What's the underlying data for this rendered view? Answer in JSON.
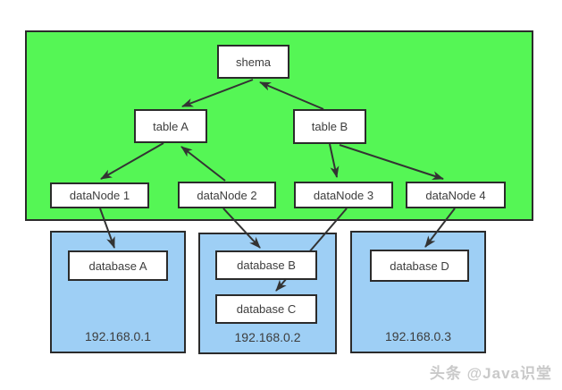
{
  "nodes": {
    "schema": {
      "label": "shema"
    },
    "table_a": {
      "label": "table A"
    },
    "table_b": {
      "label": "table B"
    },
    "datanode_1": {
      "label": "dataNode 1"
    },
    "datanode_2": {
      "label": "dataNode 2"
    },
    "datanode_3": {
      "label": "dataNode 3"
    },
    "datanode_4": {
      "label": "dataNode 4"
    },
    "database_a": {
      "label": "database A"
    },
    "database_b": {
      "label": "database B"
    },
    "database_c": {
      "label": "database C"
    },
    "database_d": {
      "label": "database D"
    }
  },
  "servers": [
    {
      "ip": "192.168.0.1"
    },
    {
      "ip": "192.168.0.2"
    },
    {
      "ip": "192.168.0.3"
    }
  ],
  "edges": [
    {
      "from": "shema",
      "to": "table A"
    },
    {
      "from": "table B",
      "to": "shema"
    },
    {
      "from": "table A",
      "to": "dataNode 1"
    },
    {
      "from": "dataNode 2",
      "to": "table A"
    },
    {
      "from": "table B",
      "to": "dataNode 3"
    },
    {
      "from": "table B",
      "to": "dataNode 4"
    },
    {
      "from": "dataNode 1",
      "to": "database A"
    },
    {
      "from": "dataNode 2",
      "to": "database B"
    },
    {
      "from": "dataNode 3",
      "to": "database C"
    },
    {
      "from": "dataNode 4",
      "to": "database D"
    }
  ],
  "watermark": {
    "text": "头条 @Java识堂"
  },
  "colors": {
    "layer_fill": "#55F655",
    "server_fill": "#9ECFF5",
    "node_fill": "#FFFFFF",
    "border": "#2B2B2B",
    "arrow": "#333333",
    "text": "#3D3D3D",
    "watermark": "#C9C9C9"
  }
}
